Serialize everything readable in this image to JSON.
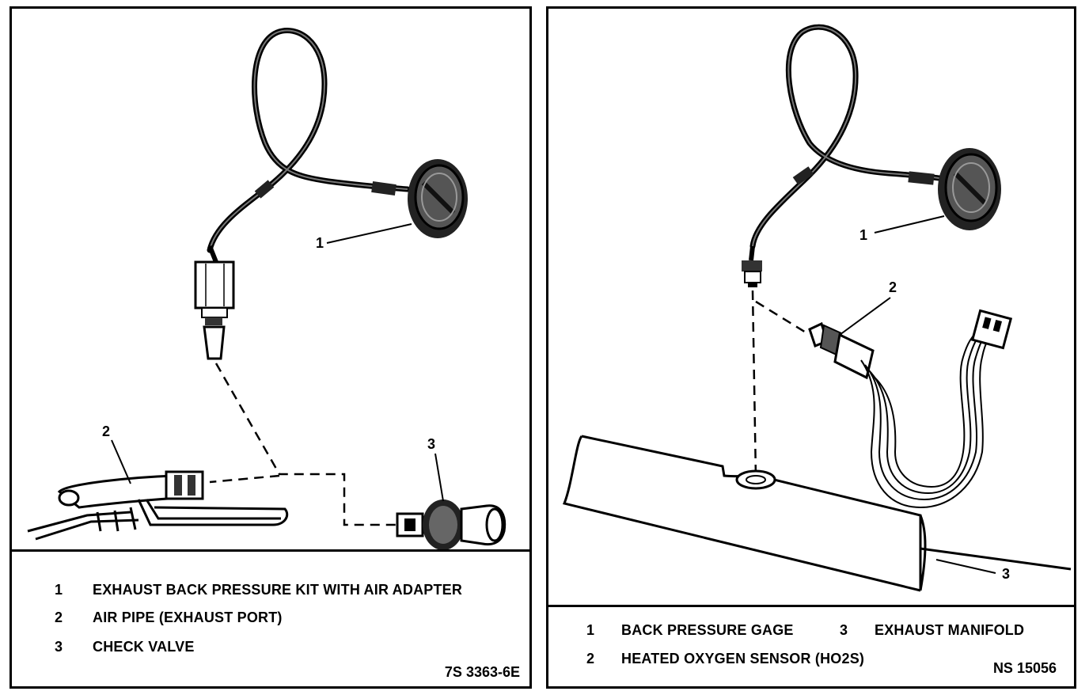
{
  "left_panel": {
    "callouts": [
      "1",
      "2",
      "3"
    ],
    "legend": [
      {
        "num": "1",
        "text": "EXHAUST BACK PRESSURE KIT WITH AIR ADAPTER"
      },
      {
        "num": "2",
        "text": "AIR PIPE (EXHAUST PORT)"
      },
      {
        "num": "3",
        "text": "CHECK VALVE"
      }
    ],
    "ref_code": "7S 3363-6E"
  },
  "right_panel": {
    "callouts": [
      "1",
      "2",
      "3"
    ],
    "legend": [
      {
        "num": "1",
        "text": "BACK PRESSURE GAGE"
      },
      {
        "num": "3",
        "text": "EXHAUST MANIFOLD"
      },
      {
        "num": "2",
        "text": "HEATED OXYGEN SENSOR (HO2S)"
      }
    ],
    "ref_code": "NS 15056"
  }
}
